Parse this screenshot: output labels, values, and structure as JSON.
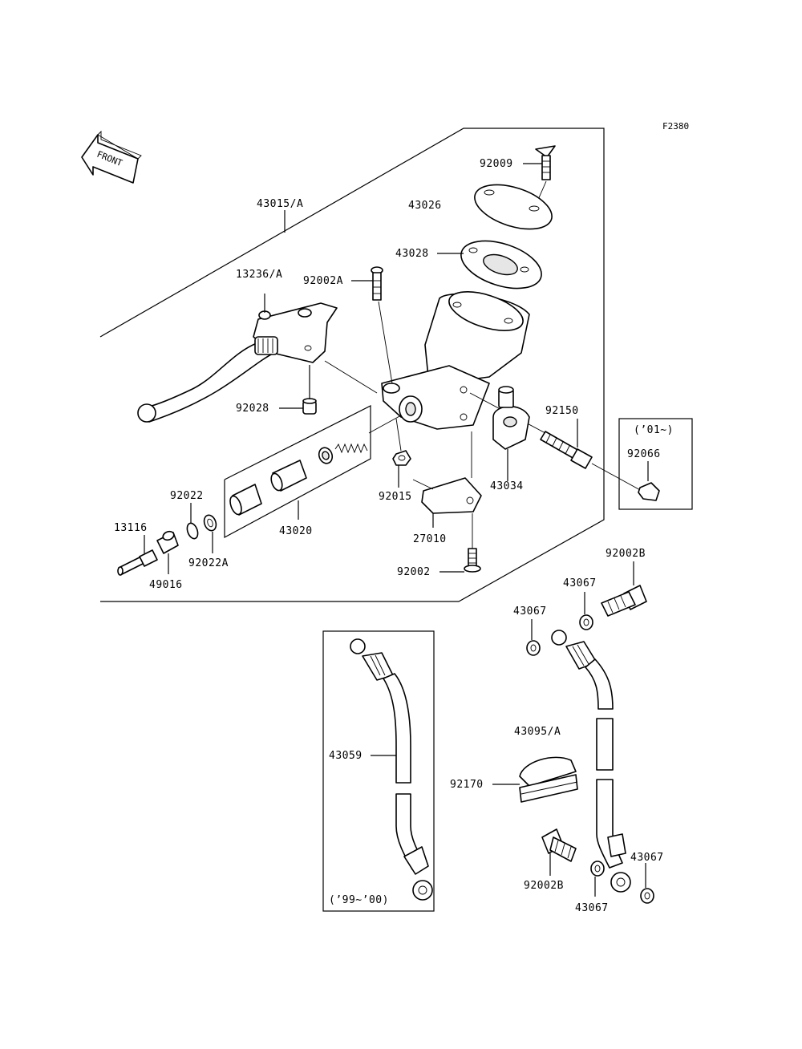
{
  "figure_code": "F2380",
  "front_arrow": {
    "text": "FRONT",
    "icon": "front-arrow-icon"
  },
  "notes": {
    "note_01": "(’01~)",
    "note_99_00": "(’99~’00)"
  },
  "labels": {
    "p43015A": "43015/A",
    "p92009": "92009",
    "p43026": "43026",
    "p43028": "43028",
    "p13236A": "13236/A",
    "p92002A": "92002A",
    "p92028": "92028",
    "p92150": "92150",
    "p92066": "92066",
    "p92015": "92015",
    "p43034": "43034",
    "p92022": "92022",
    "p13116": "13116",
    "p92022A": "92022A",
    "p43020": "43020",
    "p27010": "27010",
    "p49016": "49016",
    "p92002": "92002",
    "p92002B_top": "92002B",
    "p43067_a": "43067",
    "p43067_b": "43067",
    "p43059": "43059",
    "p43095A": "43095/A",
    "p92170": "92170",
    "p92002B_bot": "92002B",
    "p43067_c": "43067",
    "p43067_d": "43067"
  }
}
